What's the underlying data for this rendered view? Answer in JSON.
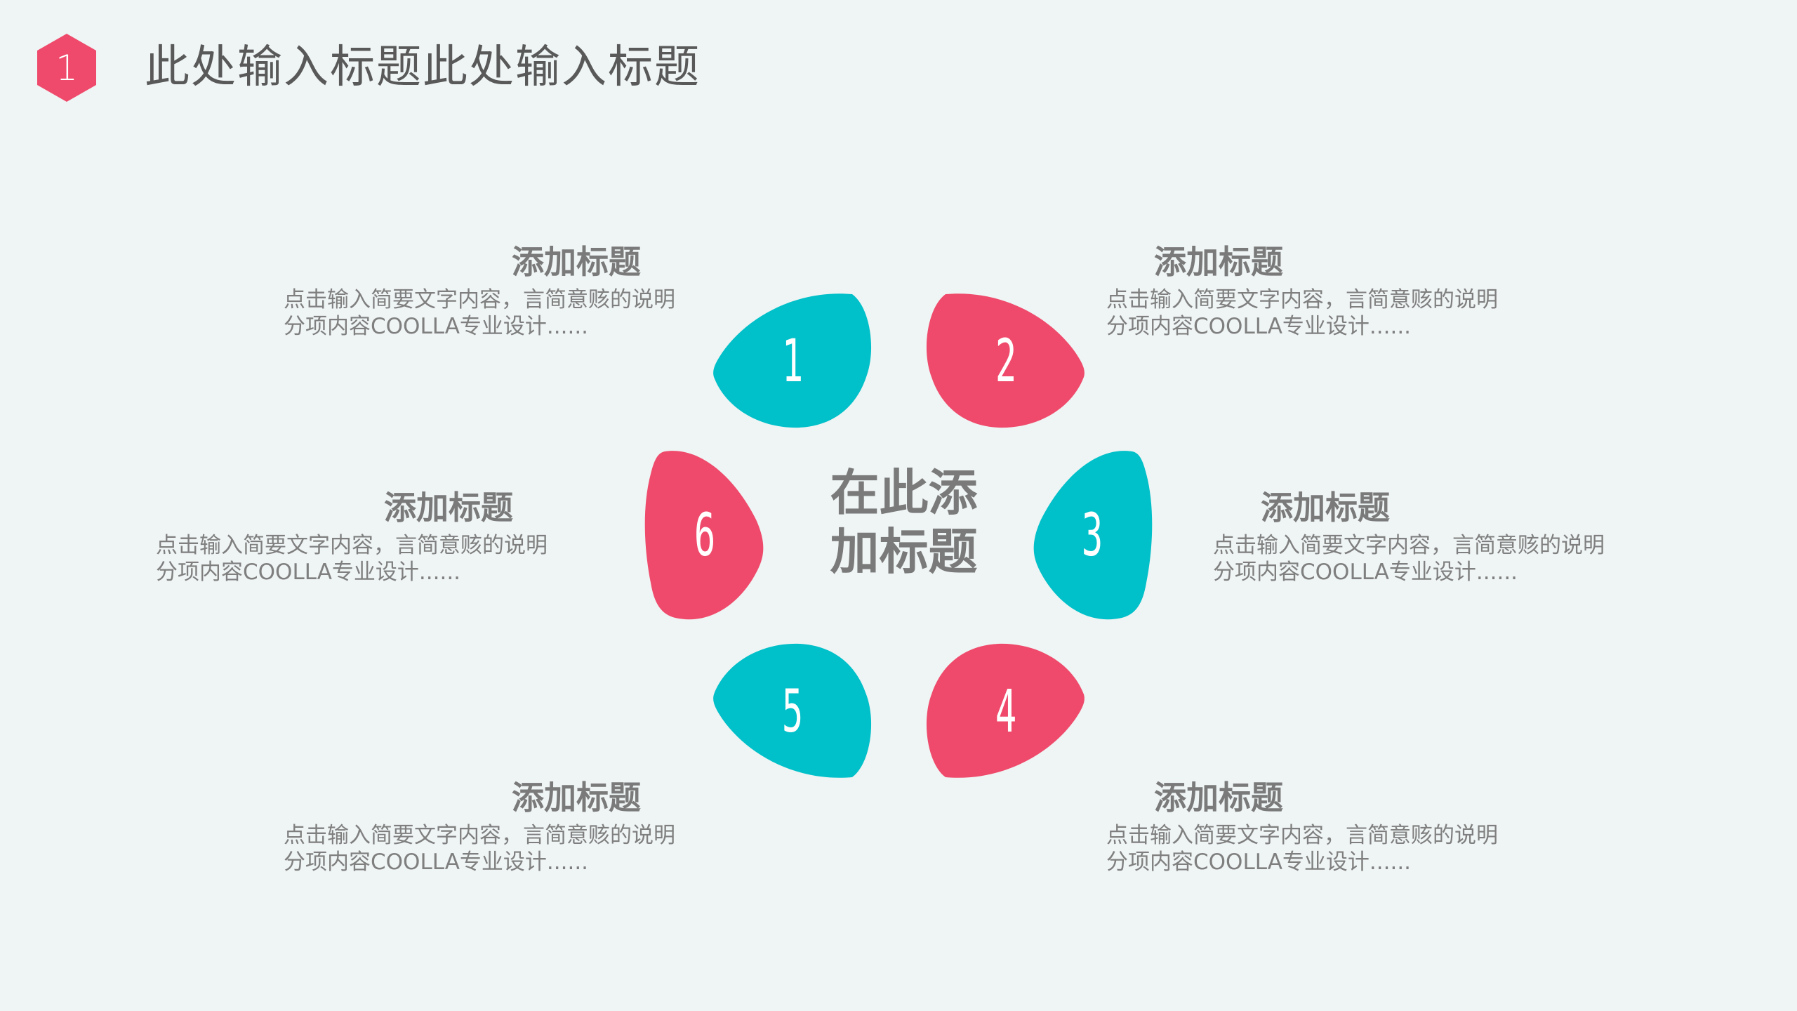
{
  "header": {
    "badge_number": "1",
    "badge_color": "#ef4a6b",
    "title": "此处输入标题此处输入标题"
  },
  "colors": {
    "teal": "#00c0c9",
    "pink": "#ef4a6b",
    "background": "#eff4f4",
    "text_gray": "#7a7a7a"
  },
  "center": {
    "line1": "在此添",
    "line2": "加标题"
  },
  "petals": [
    {
      "number": "1",
      "color": "teal",
      "position": "top-left"
    },
    {
      "number": "2",
      "color": "pink",
      "position": "top-right"
    },
    {
      "number": "3",
      "color": "teal",
      "position": "right"
    },
    {
      "number": "4",
      "color": "pink",
      "position": "bottom-right"
    },
    {
      "number": "5",
      "color": "teal",
      "position": "bottom-left"
    },
    {
      "number": "6",
      "color": "pink",
      "position": "left"
    }
  ],
  "items": [
    {
      "position": "top-left",
      "title": "添加标题",
      "line1": "点击输入简要文字内容，言简意赅的说明",
      "line2": "分项内容COOLLA专业设计......"
    },
    {
      "position": "top-right",
      "title": "添加标题",
      "line1": "点击输入简要文字内容，言简意赅的说明",
      "line2": "分项内容COOLLA专业设计......"
    },
    {
      "position": "middle-left",
      "title": "添加标题",
      "line1": "点击输入简要文字内容，言简意赅的说明",
      "line2": "分项内容COOLLA专业设计......"
    },
    {
      "position": "middle-right",
      "title": "添加标题",
      "line1": "点击输入简要文字内容，言简意赅的说明",
      "line2": "分项内容COOLLA专业设计......"
    },
    {
      "position": "bottom-left",
      "title": "添加标题",
      "line1": "点击输入简要文字内容，言简意赅的说明",
      "line2": "分项内容COOLLA专业设计......"
    },
    {
      "position": "bottom-right",
      "title": "添加标题",
      "line1": "点击输入简要文字内容，言简意赅的说明",
      "line2": "分项内容COOLLA专业设计......"
    }
  ]
}
